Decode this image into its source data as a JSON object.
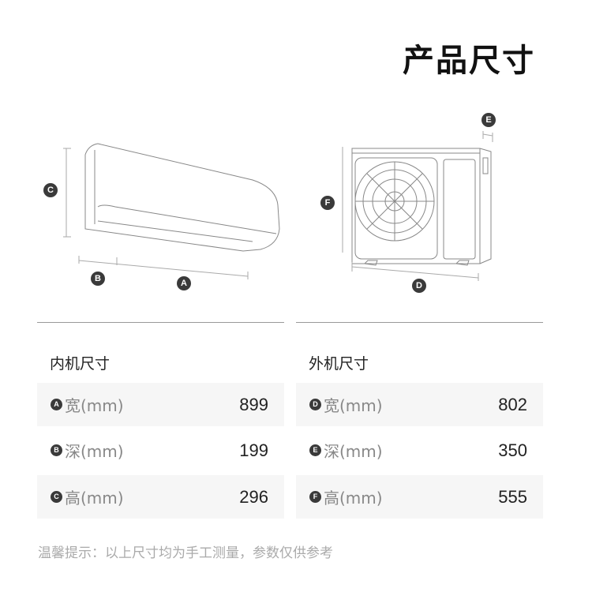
{
  "title": "产品尺寸",
  "indoor": {
    "heading": "内机尺寸",
    "rows": [
      {
        "key": "A",
        "label": "宽(mm)",
        "value": "899"
      },
      {
        "key": "B",
        "label": "深(mm)",
        "value": "199"
      },
      {
        "key": "C",
        "label": "高(mm)",
        "value": "296"
      }
    ]
  },
  "outdoor": {
    "heading": "外机尺寸",
    "rows": [
      {
        "key": "D",
        "label": "宽(mm)",
        "value": "802"
      },
      {
        "key": "E",
        "label": "深(mm)",
        "value": "350"
      },
      {
        "key": "F",
        "label": "高(mm)",
        "value": "555"
      }
    ]
  },
  "note": "温馨提示：以上尺寸均为手工测量，参数仅供参考"
}
